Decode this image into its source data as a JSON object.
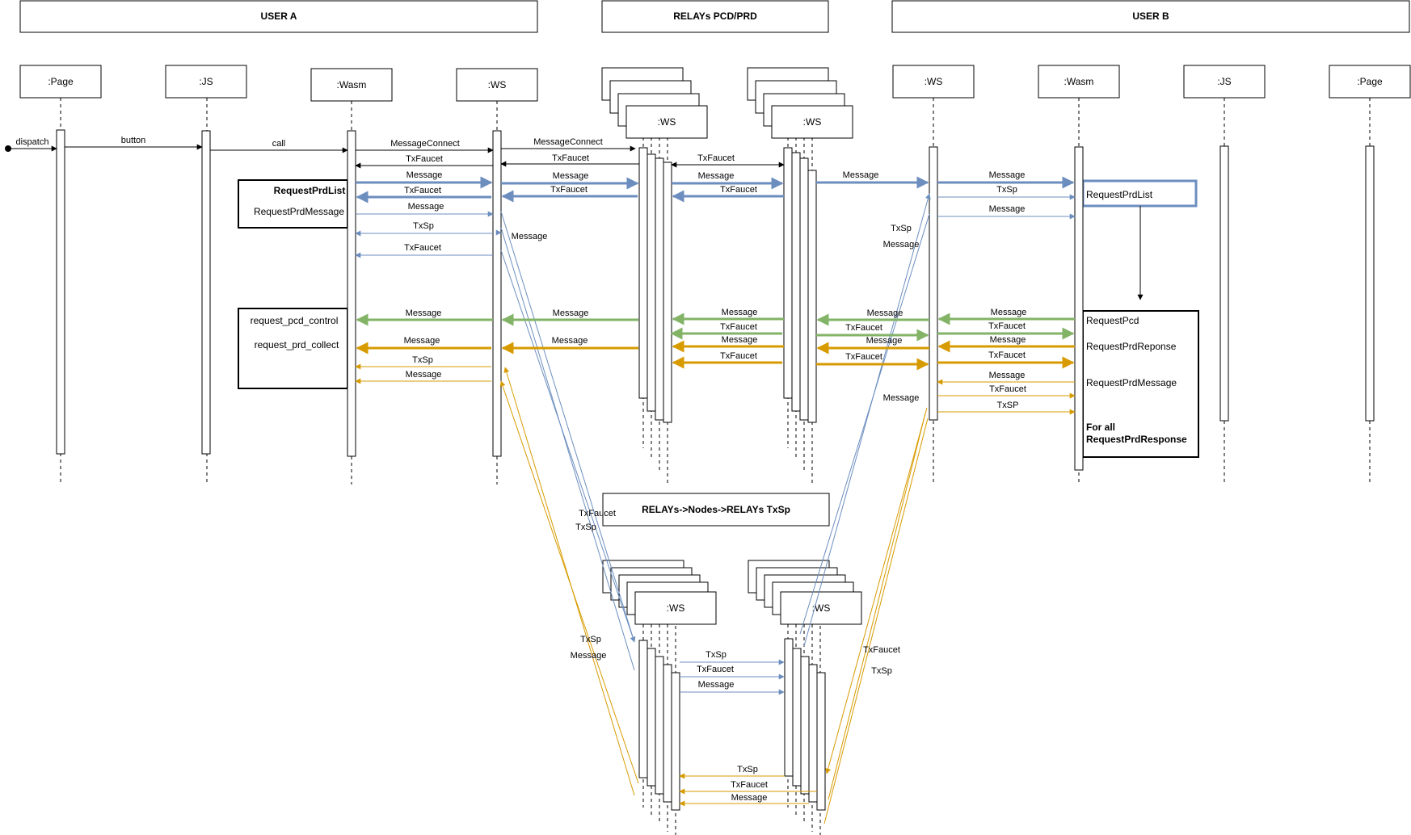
{
  "groups": {
    "user_a": "USER A",
    "relays": "RELAYs PCD/PRD",
    "user_b": "USER B",
    "relay_nodes": "RELAYs->Nodes->RELAYs TxSp"
  },
  "lifelines": {
    "a_page": ":Page",
    "a_js": ":JS",
    "a_wasm": ":Wasm",
    "a_ws": ":WS",
    "relay1_ws": ":WS",
    "relay2_ws": ":WS",
    "b_ws": ":WS",
    "b_wasm": ":Wasm",
    "b_js": ":JS",
    "b_page": ":Page",
    "node1_ws": ":WS",
    "node2_ws": ":WS"
  },
  "notes": {
    "a_prd_list": "RequestPrdList",
    "a_prd_message": "RequestPrdMessage",
    "a_pcd_control": "request_pcd_control",
    "a_prd_collect": "request_prd_collect",
    "b_prd_list": "RequestPrdList",
    "b_pcd": "RequestPcd",
    "b_prd_reponse": "RequestPrdReponse",
    "b_prd_message": "RequestPrdMessage",
    "b_for_all_1": "For all",
    "b_for_all_2": "RequestPrdResponse"
  },
  "colors": {
    "black": "#000000",
    "blue": "#6c8ebf",
    "green": "#82b366",
    "orange": "#d79b00"
  },
  "messages": {
    "dispatch": "dispatch",
    "button": "button",
    "call": "call",
    "message_connect": "MessageConnect",
    "txfaucet": "TxFaucet",
    "message": "Message",
    "txsp": "TxSp",
    "txsp_caps": "TxSP"
  }
}
